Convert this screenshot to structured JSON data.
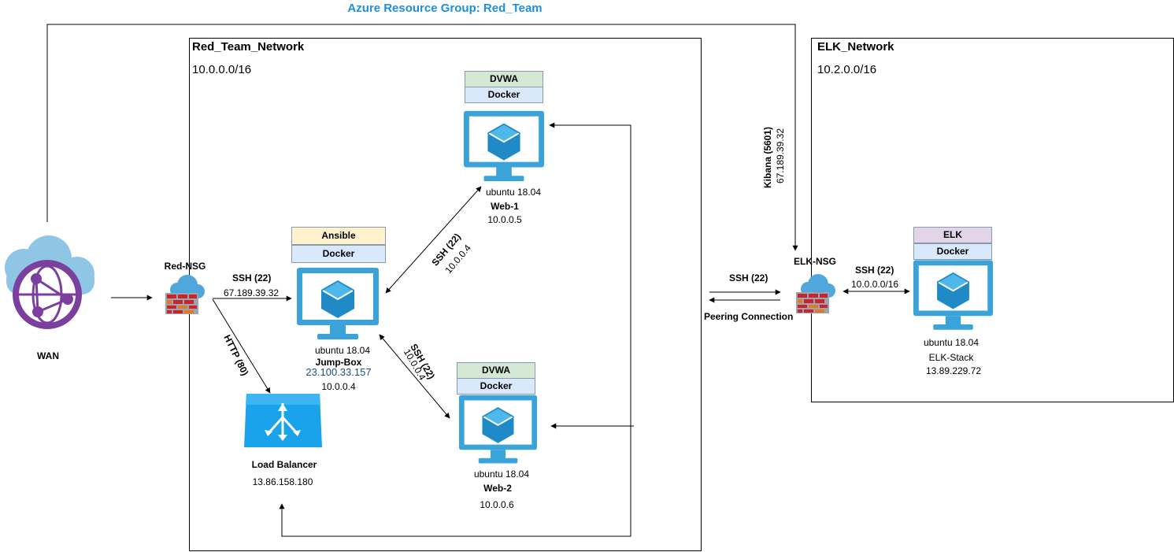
{
  "title": "Azure Resource Group: Red_Team",
  "colors": {
    "title": "#1e8ee0",
    "vm_blue": "#3aa3d9",
    "vm_screen": "#1f8ac5",
    "dvwa_tag": "#d5e8d4",
    "ansible_tag": "#fff2cc",
    "docker_tag": "#dae8fc",
    "elk_tag": "#e1d5e7",
    "ip_blue": "#1d4e7a"
  },
  "networks": {
    "red": {
      "name": "Red_Team_Network",
      "cidr": "10.0.0.0/16"
    },
    "elk": {
      "name": "ELK_Network",
      "cidr": "10.2.0.0/16"
    }
  },
  "wan": {
    "label": "WAN",
    "icon": "globe-cloud-icon"
  },
  "red_nsg": {
    "label": "Red-NSG",
    "icon": "firewall-icon"
  },
  "elk_nsg": {
    "label": "ELK-NSG",
    "icon": "firewall-icon"
  },
  "jumpbox": {
    "tag1": "Ansible",
    "tag2": "Docker",
    "os": "ubuntu 18.04",
    "name": "Jump-Box",
    "public_ip": "23.100.33.157",
    "private_ip": "10.0.0.4"
  },
  "web1": {
    "tag1": "DVWA",
    "tag2": "Docker",
    "os": "ubuntu 18.04",
    "name": "Web-1",
    "ip": "10.0.0.5"
  },
  "web2": {
    "tag1": "DVWA",
    "tag2": "Docker",
    "os": "ubuntu 18.04",
    "name": "Web-2",
    "ip": "10.0.0.6"
  },
  "elk_vm": {
    "tag1": "ELK",
    "tag2": "Docker",
    "os": "ubuntu 18.04",
    "name": "ELK-Stack",
    "ip": "13.89.229.72"
  },
  "load_balancer": {
    "name": "Load Balancer",
    "ip": "13.86.158.180",
    "icon": "load-balancer-icon"
  },
  "edges": {
    "nsg_jump_label": "SSH (22)",
    "nsg_jump_ip": "67.189.39.32",
    "http_label": "HTTP (80)",
    "jump_web1_label": "SSH (22)",
    "jump_web1_ip": "10.0.0.4",
    "jump_web2_label": "SSH (22)",
    "jump_web2_ip": "10.0.0.4",
    "peering_ssh": "SSH (22)",
    "peering_label": "Peering Connection",
    "kibana_label": "Kibana (5601)",
    "kibana_ip": "67.189.39.32",
    "elk_ssh_label": "SSH (22)",
    "elk_ssh_cidr": "10.0.0.0/16"
  }
}
